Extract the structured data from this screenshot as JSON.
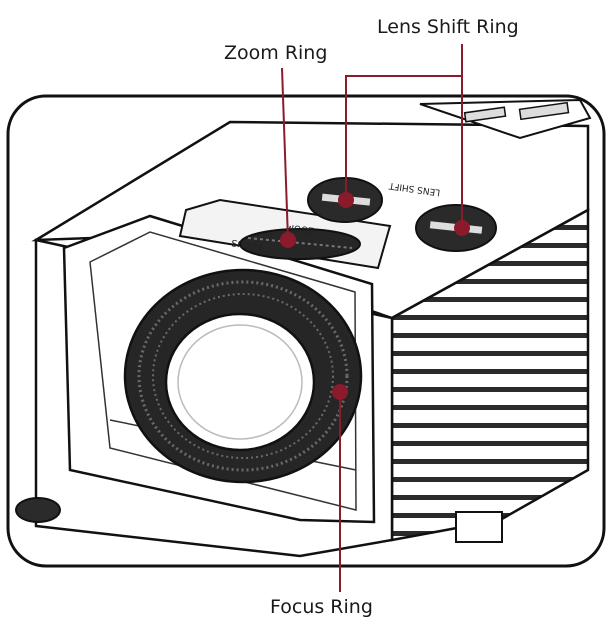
{
  "callouts": {
    "lens_shift": "Lens Shift Ring",
    "zoom": "Zoom Ring",
    "focus": "Focus Ring"
  },
  "markings": {
    "zoom": "ZOOM",
    "focus": "FOCUS",
    "lens_shift": "LENS SHIFT"
  },
  "colors": {
    "leader": "#8b1a2b",
    "outline": "#111111",
    "body": "#ffffff",
    "ring": "#262626"
  }
}
